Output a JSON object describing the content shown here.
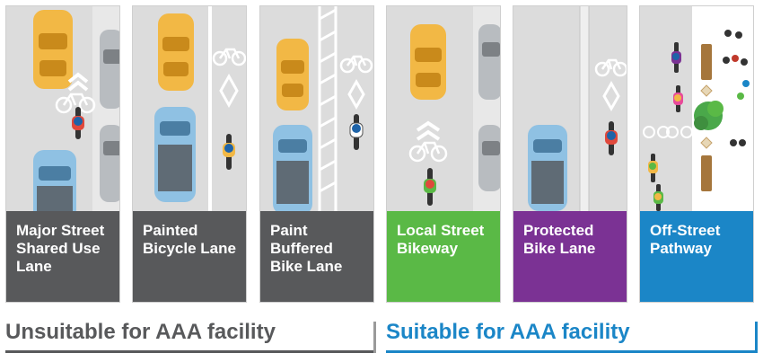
{
  "panels": [
    {
      "title": "Major Street Shared Use Lane",
      "color": "#58595b"
    },
    {
      "title": "Painted Bicycle Lane",
      "color": "#58595b"
    },
    {
      "title": "Paint Buffered Bike Lane",
      "color": "#58595b"
    },
    {
      "title": "Local Street Bikeway",
      "color": "#5ab946"
    },
    {
      "title": "Protected Bike Lane",
      "color": "#7b3294"
    },
    {
      "title": "Off-Street Pathway",
      "color": "#1b86c7"
    }
  ],
  "footer": {
    "unsuitable": {
      "text": "Unsuitable for AAA facility",
      "color": "#58595b"
    },
    "suitable": {
      "text": "Suitable for AAA facility",
      "color": "#1b86c7"
    }
  },
  "colors": {
    "road": "#dcdcdc",
    "taxi": "#f2b845",
    "pickup": "#8fc1e3",
    "parked": "#b8bcc0"
  }
}
